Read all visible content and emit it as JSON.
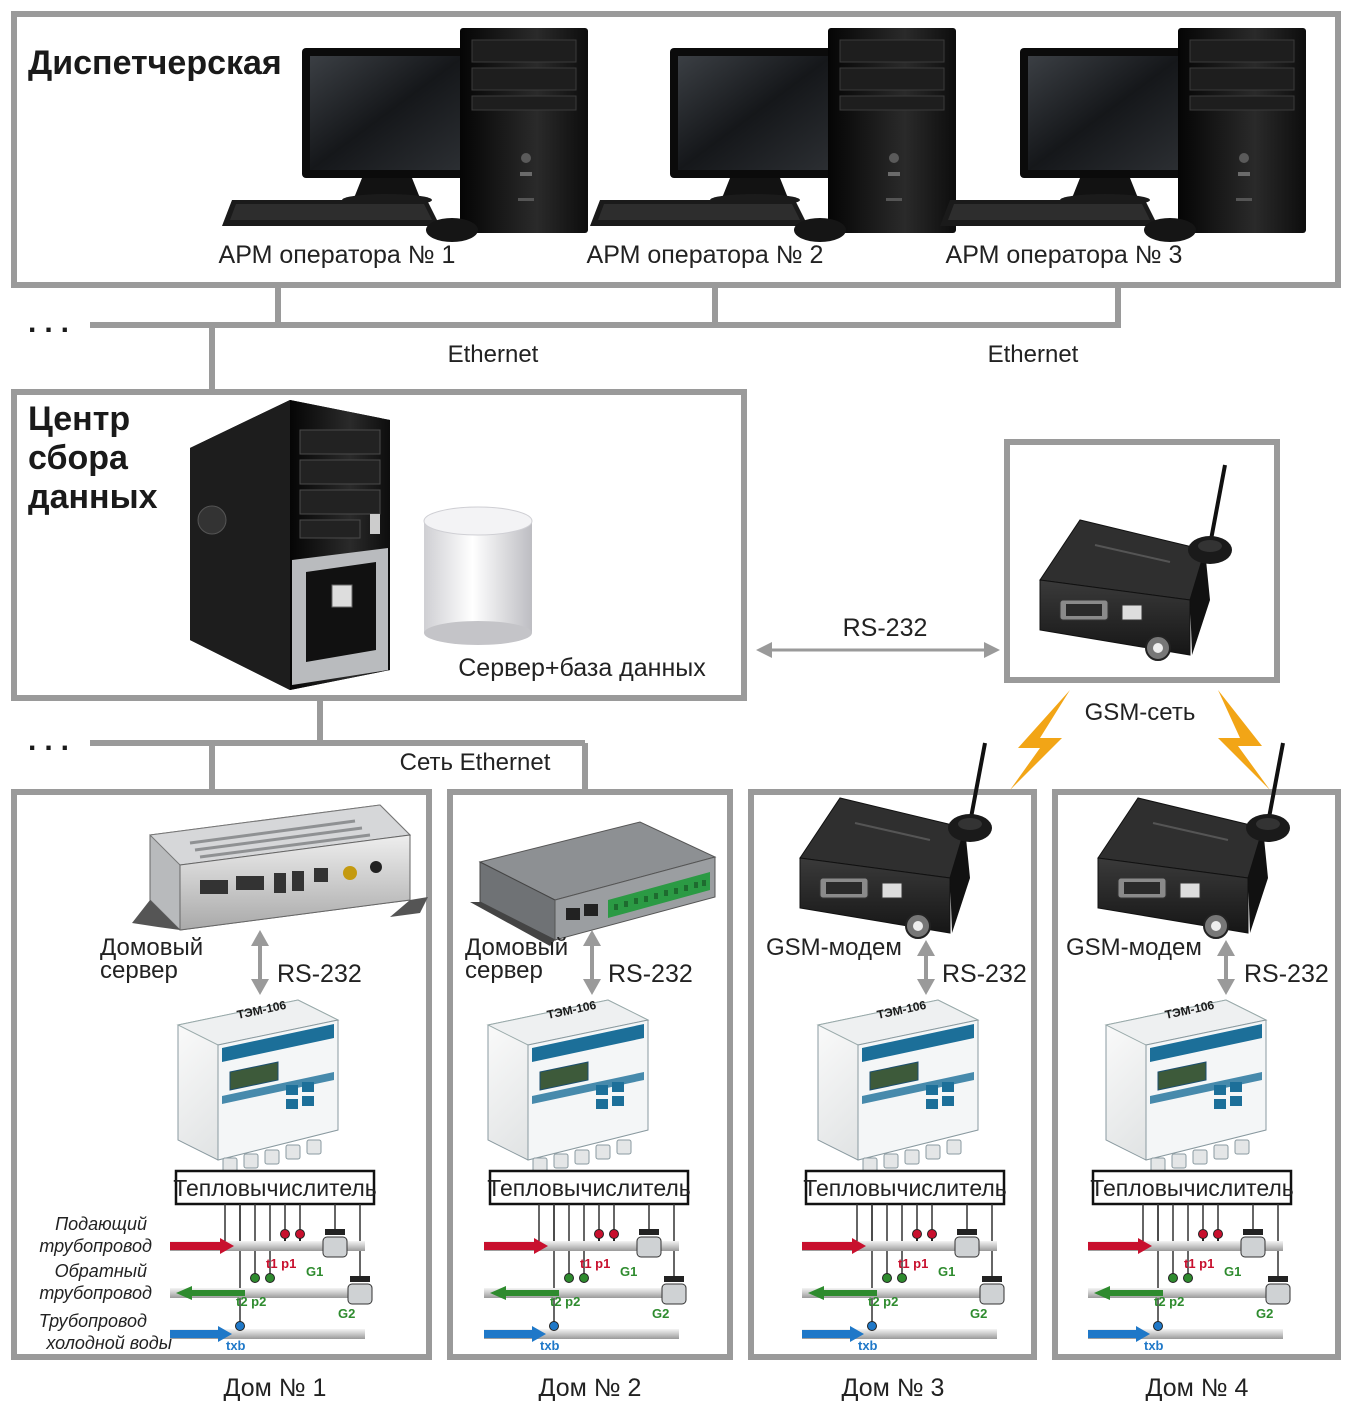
{
  "dispatch": {
    "title": "Диспетчерская",
    "workstations": [
      "АРМ оператора № 1",
      "АРМ оператора № 2",
      "АРМ оператора № 3"
    ]
  },
  "network": {
    "ellipsis": "...",
    "ethernet_left": "Ethernet",
    "ethernet_right": "Ethernet",
    "lower_ellipsis": "...",
    "lan_label": "Сеть Ethernet"
  },
  "center": {
    "title_lines": [
      "Центр",
      "сбора",
      "данных"
    ],
    "server_label": "Сервер+база данных"
  },
  "gsm": {
    "rs232": "RS-232",
    "network_label": "GSM-сеть"
  },
  "houses": [
    {
      "name": "Дом № 1",
      "device_lines": [
        "Домовый",
        "сервер"
      ],
      "link": "RS-232",
      "calc": "Тепловычислитель"
    },
    {
      "name": "Дом № 2",
      "device_lines": [
        "Домовый",
        "сервер"
      ],
      "link": "RS-232",
      "calc": "Тепловычислитель"
    },
    {
      "name": "Дом № 3",
      "device_lines": [
        "GSM-модем"
      ],
      "link": "RS-232",
      "calc": "Тепловычислитель"
    },
    {
      "name": "Дом № 4",
      "device_lines": [
        "GSM-модем"
      ],
      "link": "RS-232",
      "calc": "Тепловычислитель"
    }
  ],
  "meter": {
    "model": "ТЭМ-106"
  },
  "pipe_legend": {
    "supply": [
      "Подающий",
      "трубопровод"
    ],
    "return": [
      "Обратный",
      "трубопровод"
    ],
    "cold": [
      "Трубопровод",
      "холодной воды"
    ]
  },
  "sensors": {
    "t1p1": "t1 p1",
    "g1": "G1",
    "t2p2": "t2 p2",
    "g2": "G2",
    "txb": "txb"
  },
  "colors": {
    "frame": "#9a9a9a",
    "supply": "#c8102e",
    "return": "#2e8b2e",
    "cold": "#1f78c8",
    "lightning": "#f2a516"
  }
}
